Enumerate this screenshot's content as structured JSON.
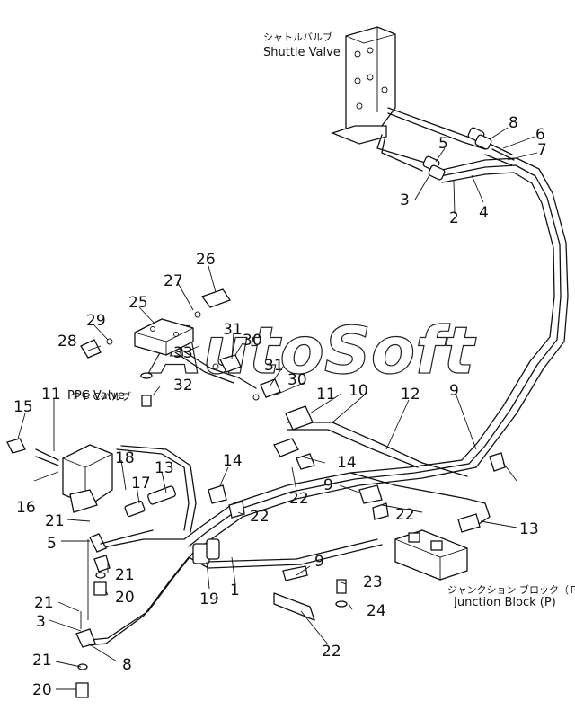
{
  "watermark": "AutoSoft",
  "labels": {
    "shuttle_jp": "シャトルバルブ",
    "shuttle_en": "Shuttle Valve",
    "ppc_jp": "ＰＰＣバルブ",
    "ppc_en": "PPC Valve",
    "junction_jp": "ジャンクション ブロック（Ｐ）",
    "junction_en": "Junction Block (P)"
  },
  "callouts": [
    "8",
    "6",
    "7",
    "5",
    "3",
    "2",
    "4",
    "26",
    "27",
    "25",
    "29",
    "28",
    "31",
    "30",
    "33",
    "31",
    "30",
    "32",
    "15",
    "11",
    "11",
    "10",
    "12",
    "9",
    "16",
    "18",
    "17",
    "13",
    "14",
    "14",
    "22",
    "9",
    "22",
    "21",
    "5",
    "21",
    "20",
    "19",
    "1",
    "22",
    "9",
    "23",
    "13",
    "24",
    "21",
    "3",
    "8",
    "21",
    "20",
    "22"
  ]
}
